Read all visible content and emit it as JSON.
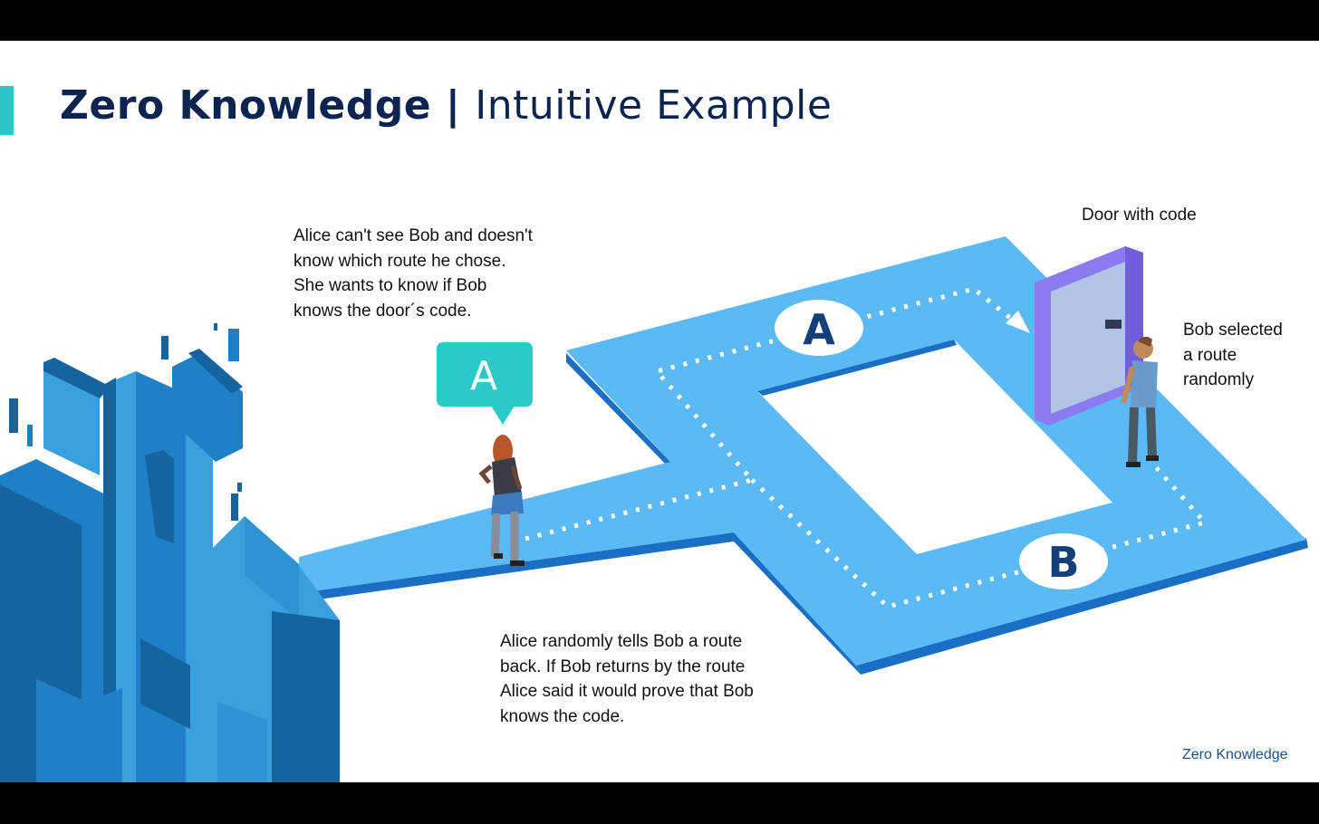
{
  "title": {
    "bold": "Zero Knowledge",
    "separator": " | ",
    "light": "Intuitive Example"
  },
  "notes": {
    "alice_unknown": "Alice can't see Bob and doesn't\nknow which route he chose.\nShe wants to know if Bob\nknows the door´s code.",
    "door": "Door with code",
    "bob_selected": "Bob selected\na route\nrandomly",
    "alice_tells": "Alice randomly tells Bob a route\nback. If Bob returns by the route\nAlice said it would prove that Bob\nknows the code."
  },
  "route_labels": {
    "a": "A",
    "b": "B"
  },
  "speech_bubble": "A",
  "footer": "Zero Knowledge",
  "colors": {
    "accent": "#2cc5c6",
    "title": "#0d2450",
    "path": "#5bb9f5",
    "path_edge": "#1a6fc4",
    "bubble": "#2cc9c9",
    "door_frame": "#8a7cf0",
    "door_panel": "#b0c4e6",
    "city_dark": "#15649f",
    "city_mid": "#1f80c8",
    "city_light": "#3aa0dd",
    "footer": "#1d4f8c"
  },
  "icons": [
    "city-buildings-icon",
    "alice-figure-icon",
    "bob-figure-icon",
    "door-icon",
    "arrow-icon"
  ]
}
